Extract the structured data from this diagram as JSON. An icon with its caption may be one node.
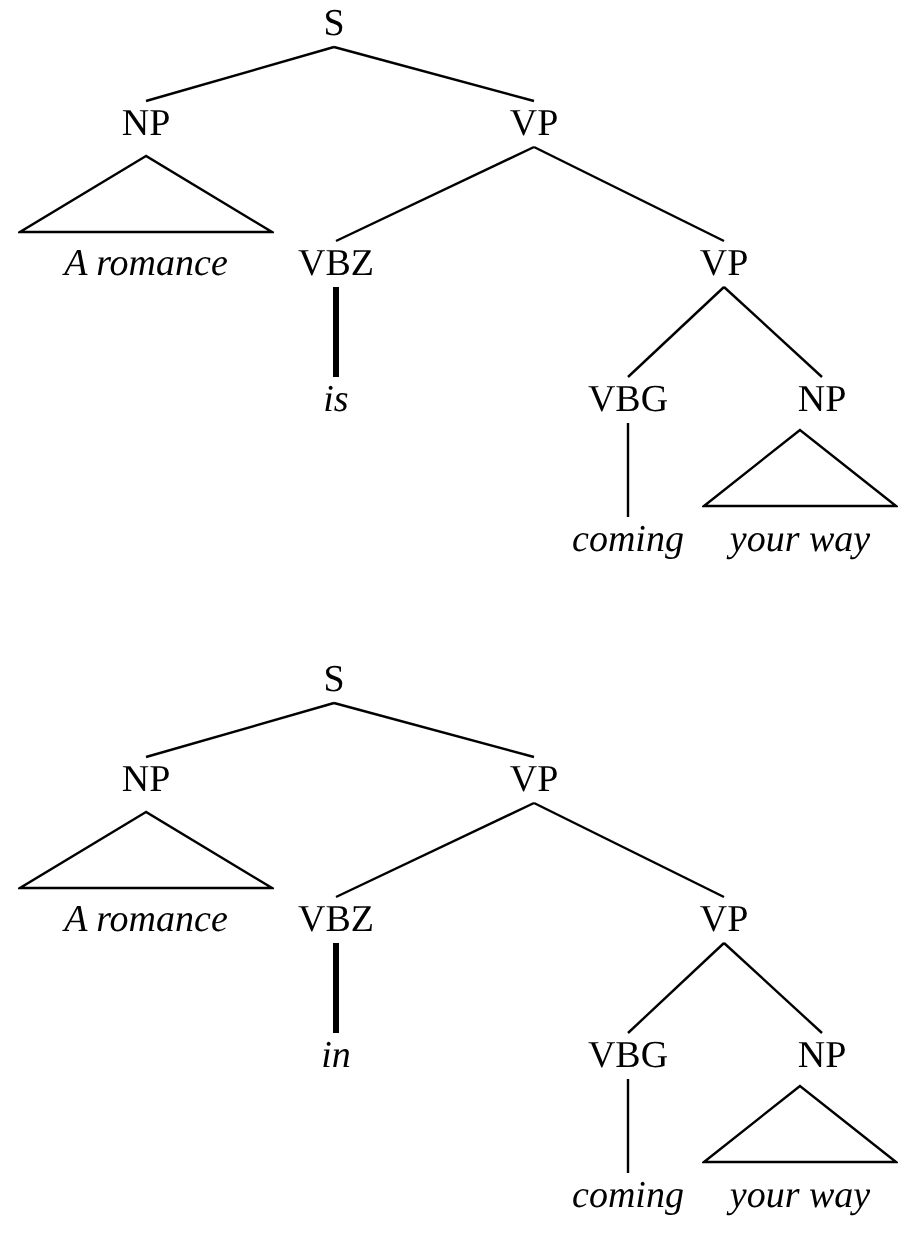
{
  "diagram": {
    "nodes": [
      {
        "text": [
          "S"
        ]
      },
      {
        "text": [
          "NP"
        ]
      },
      {
        "text": [
          "VP"
        ]
      },
      {
        "text": [],
        "shape": "triangle"
      },
      {
        "text": [
          "A romance"
        ]
      },
      {
        "text": [
          "VBZ"
        ]
      },
      {
        "text": [
          "VP"
        ]
      },
      {
        "text": [
          "is"
        ]
      },
      {
        "text": [
          "VBG"
        ]
      },
      {
        "text": [
          "NP"
        ]
      },
      {
        "text": [],
        "shape": "triangle"
      },
      {
        "text": [
          "coming"
        ]
      },
      {
        "text": [
          "your way"
        ]
      },
      {
        "text": [
          "S"
        ]
      },
      {
        "text": [
          "NP"
        ]
      },
      {
        "text": [
          "VP"
        ]
      },
      {
        "text": [],
        "shape": "triangle"
      },
      {
        "text": [
          "A romance"
        ]
      },
      {
        "text": [
          "VBZ"
        ]
      },
      {
        "text": [
          "VP"
        ]
      },
      {
        "text": [
          "in"
        ]
      },
      {
        "text": [
          "VBG"
        ]
      },
      {
        "text": [
          "NP"
        ]
      },
      {
        "text": [],
        "shape": "triangle"
      },
      {
        "text": [
          "coming"
        ]
      },
      {
        "text": [
          "your way"
        ]
      }
    ],
    "edges": [
      {
        "from": 0,
        "to": 1,
        "arrow": "none"
      },
      {
        "from": 0,
        "to": 2,
        "arrow": "none"
      },
      {
        "from": 2,
        "to": 5,
        "arrow": "none"
      },
      {
        "from": 2,
        "to": 6,
        "arrow": "none"
      },
      {
        "from": 5,
        "to": 7,
        "arrow": "none",
        "style": "thick"
      },
      {
        "from": 6,
        "to": 8,
        "arrow": "none"
      },
      {
        "from": 6,
        "to": 9,
        "arrow": "none"
      },
      {
        "from": 8,
        "to": 11,
        "arrow": "none"
      },
      {
        "from": 13,
        "to": 14,
        "arrow": "none"
      },
      {
        "from": 13,
        "to": 15,
        "arrow": "none"
      },
      {
        "from": 15,
        "to": 18,
        "arrow": "none"
      },
      {
        "from": 15,
        "to": 19,
        "arrow": "none"
      },
      {
        "from": 18,
        "to": 20,
        "arrow": "none",
        "style": "thick"
      },
      {
        "from": 19,
        "to": 21,
        "arrow": "none"
      },
      {
        "from": 19,
        "to": 22,
        "arrow": "none"
      },
      {
        "from": 21,
        "to": 24,
        "arrow": "none"
      }
    ]
  }
}
